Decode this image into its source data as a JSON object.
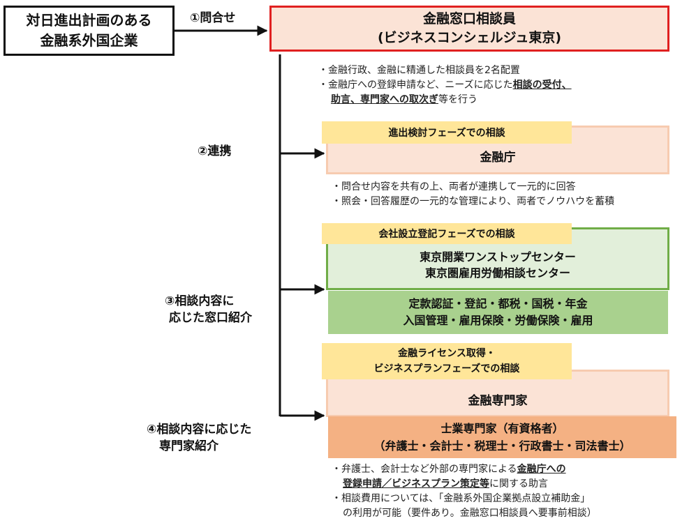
{
  "company": {
    "line1": "対日進出計画のある",
    "line2": "金融系外国企業"
  },
  "step1": "①問合せ",
  "desk": {
    "line1": "金融窓口相談員",
    "line2": "(ビジネスコンシェルジュ東京)"
  },
  "desk_notes": {
    "line1": "・金融行政、金融に精通した相談員を2名配置",
    "line2_pre": "・金融庁への登録申請など、ニーズに応じた",
    "line2_u": "相談の受付、",
    "line3_u": "助言、専門家への取次ぎ",
    "line3_post": "等を行う"
  },
  "step2": "②連携",
  "phase1": "進出検討フェーズでの相談",
  "fsa": "金融庁",
  "fsa_notes": {
    "line1": "・問合せ内容を共有の上、両者が連携して一元的に回答",
    "line2": "・照会・回答履歴の一元的な管理により、両者でノウハウを蓄積"
  },
  "phase2": "会社設立登記フェーズでの相談",
  "one_stop": {
    "line1": "東京開業ワンストップセンター",
    "line2": "東京圏雇用労働相談センター"
  },
  "one_stop_sub": {
    "line1": "定款認証・登記・都税・国税・年金",
    "line2": "入国管理・雇用保険・労働保険・雇用"
  },
  "step3": {
    "line1": "③相談内容に",
    "line2": "応じた窓口紹介"
  },
  "phase3": {
    "line1": "金融ライセンス取得・",
    "line2": "ビジネスプランフェーズでの相談"
  },
  "experts": "金融専門家",
  "shigyo": {
    "line1": "士業専門家（有資格者）",
    "line2": "（弁護士・会計士・税理士・行政書士・司法書士）"
  },
  "step4": {
    "line1": "④相談内容に応じた",
    "line2": "専門家紹介"
  },
  "expert_notes": {
    "line1_pre": "・弁護士、会計士など外部の専門家による",
    "line1_u": "金融庁への",
    "line2_u": "登録申請／ビジネスプラン策定等",
    "line2_post": "に関する助言",
    "line3": "・相談費用については、「金融系外国企業拠点設立補助金」",
    "line4": "の利用が可能（要件あり。金融窓口相談員へ要事前相談）"
  },
  "colors": {
    "desk_border": "#e02020",
    "peach_fill": "#fbe3d6",
    "phase_fill": "#ffe699",
    "green_border": "#70ad47",
    "green_light": "#e2efda",
    "green_dark": "#a9d18e",
    "orange_fill": "#f4b183"
  }
}
